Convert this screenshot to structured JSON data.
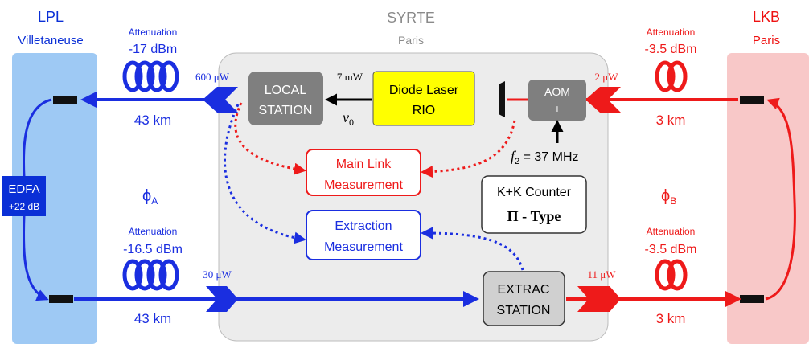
{
  "labs": {
    "left": {
      "name": "LPL",
      "city": "Villetaneuse",
      "color": "#0a2fd6"
    },
    "center": {
      "name": "SYRTE",
      "city": "Paris",
      "color": "#8a8a8a"
    },
    "right": {
      "name": "LKB",
      "city": "Paris",
      "color": "#ee1111"
    }
  },
  "top_left_link": {
    "attenuation_title": "Attenuation",
    "attenuation_value": "-17 dBm",
    "length": "43 km",
    "power": "600 μW"
  },
  "bottom_left_link": {
    "attenuation_title": "Attenuation",
    "attenuation_value": "-16.5 dBm",
    "length": "43 km",
    "power": "30 μW"
  },
  "top_right_link": {
    "attenuation_title": "Attenuation",
    "attenuation_value": "-3.5 dBm",
    "length": "3 km",
    "power": "2 μW"
  },
  "bottom_right_link": {
    "attenuation_title": "Attenuation",
    "attenuation_value": "-3.5 dBm",
    "length": "3 km",
    "power": "11 μW"
  },
  "edfa": {
    "line1": "EDFA",
    "line2": "+22 dB"
  },
  "phi_a": {
    "symbol": "ϕ",
    "subscript": "A"
  },
  "phi_b": {
    "symbol": "ϕ",
    "subscript": "B"
  },
  "local_station": {
    "line1": "LOCAL",
    "line2": "STATION"
  },
  "diode_laser": {
    "line1": "Diode Laser",
    "line2": "RIO"
  },
  "laser_power": "7 mW",
  "nu0": {
    "symbol": "ν",
    "subscript": "0"
  },
  "aom": {
    "line1": "AOM",
    "line2": "+"
  },
  "f2": {
    "symbol": "f",
    "subscript": "2",
    "value": " = 37 MHz"
  },
  "main_link": {
    "line1": "Main Link",
    "line2": "Measurement"
  },
  "extraction": {
    "line1": "Extraction",
    "line2": "Measurement"
  },
  "counter": {
    "line1": "K+K Counter",
    "line2": "Π - Type"
  },
  "extrac_station": {
    "line1": "EXTRAC",
    "line2": "STATION"
  },
  "colors": {
    "blue_link": "#1a2ee0",
    "red_link": "#ee1a1a",
    "lpl_panel": "#9ec9f4",
    "lkb_panel": "#f8c8c8",
    "syrte_panel": "#ececec",
    "station_grey": "#7f7f7f",
    "laser_yellow": "#ffff00",
    "edfa_blue": "#0a2fd6"
  }
}
